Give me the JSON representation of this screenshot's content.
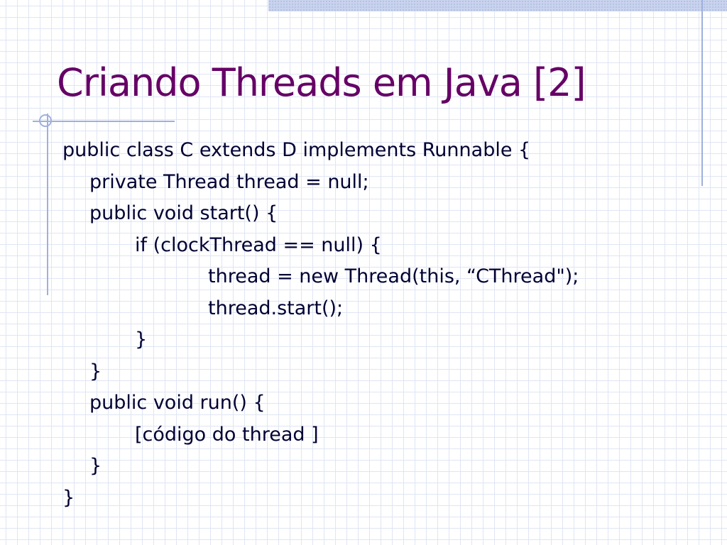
{
  "slide": {
    "title": "Criando Threads em Java [2]",
    "code_lines": [
      {
        "indent": 0,
        "text": "public class C extends D implements Runnable {"
      },
      {
        "indent": 1,
        "text": "private Thread thread = null;"
      },
      {
        "indent": 1,
        "text": "public void start() {"
      },
      {
        "indent": 2,
        "text": "if (clockThread == null) {"
      },
      {
        "indent": 3,
        "text": "thread = new Thread(this, “CThread\");"
      },
      {
        "indent": 3,
        "text": "thread.start();"
      },
      {
        "indent": 2,
        "text": "}"
      },
      {
        "indent": 1,
        "text": "}"
      },
      {
        "indent": 1,
        "text": "public void run() {"
      },
      {
        "indent": 2,
        "text": "[código do thread ]"
      },
      {
        "indent": 1,
        "text": "}"
      },
      {
        "indent": 0,
        "text": "}"
      }
    ]
  },
  "theme": {
    "title_color": "#660066",
    "text_color": "#000033",
    "grid_color": "#dfe5f3",
    "accent_color": "#9fb0dc"
  }
}
